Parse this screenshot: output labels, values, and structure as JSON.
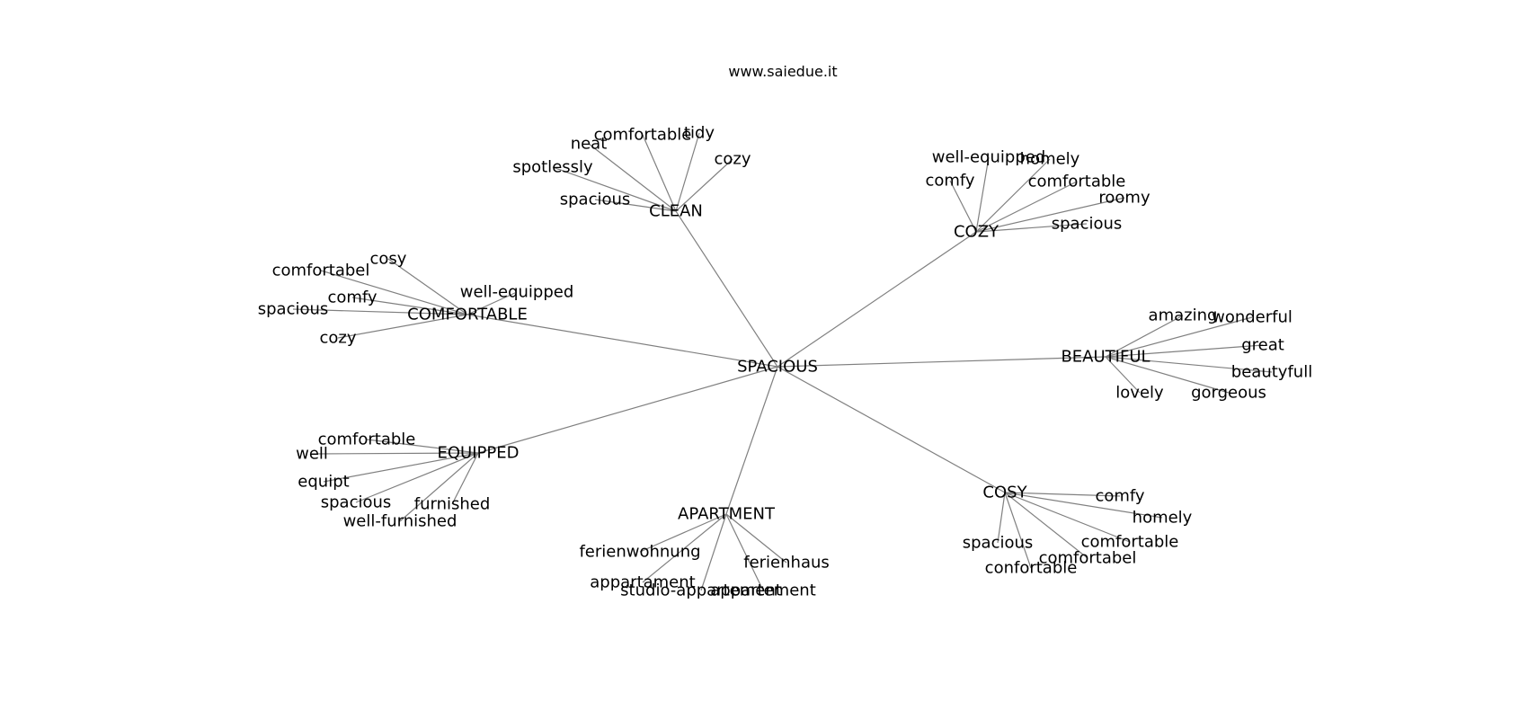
{
  "caption": "www.saiedue.it",
  "graph": {
    "root": "SPACIOUS",
    "hubs": [
      {
        "id": "clean",
        "label": "CLEAN",
        "leaves": [
          "comfortable",
          "tidy",
          "neat",
          "cozy",
          "spotlessly",
          "spacious"
        ]
      },
      {
        "id": "cozy",
        "label": "COZY",
        "leaves": [
          "well-equipped",
          "homely",
          "comfy",
          "comfortable",
          "roomy",
          "spacious"
        ]
      },
      {
        "id": "comfortable",
        "label": "COMFORTABLE",
        "leaves": [
          "cosy",
          "comfortabel",
          "comfy",
          "well-equipped",
          "spacious",
          "cozy"
        ]
      },
      {
        "id": "beautiful",
        "label": "BEAUTIFUL",
        "leaves": [
          "amazing",
          "wonderful",
          "great",
          "beautyfull",
          "lovely",
          "gorgeous"
        ]
      },
      {
        "id": "equipped",
        "label": "EQUIPPED",
        "leaves": [
          "comfortable",
          "well",
          "equipt",
          "spacious",
          "furnished",
          "well-furnished"
        ]
      },
      {
        "id": "apartment",
        "label": "APARTMENT",
        "leaves": [
          "ferienwohnung",
          "ferienhaus",
          "appartament",
          "studio-appartement",
          "appartement"
        ]
      },
      {
        "id": "cosy",
        "label": "COSY",
        "leaves": [
          "comfy",
          "homely",
          "comfortable",
          "comfortabel",
          "spacious",
          "confortable"
        ]
      }
    ]
  }
}
